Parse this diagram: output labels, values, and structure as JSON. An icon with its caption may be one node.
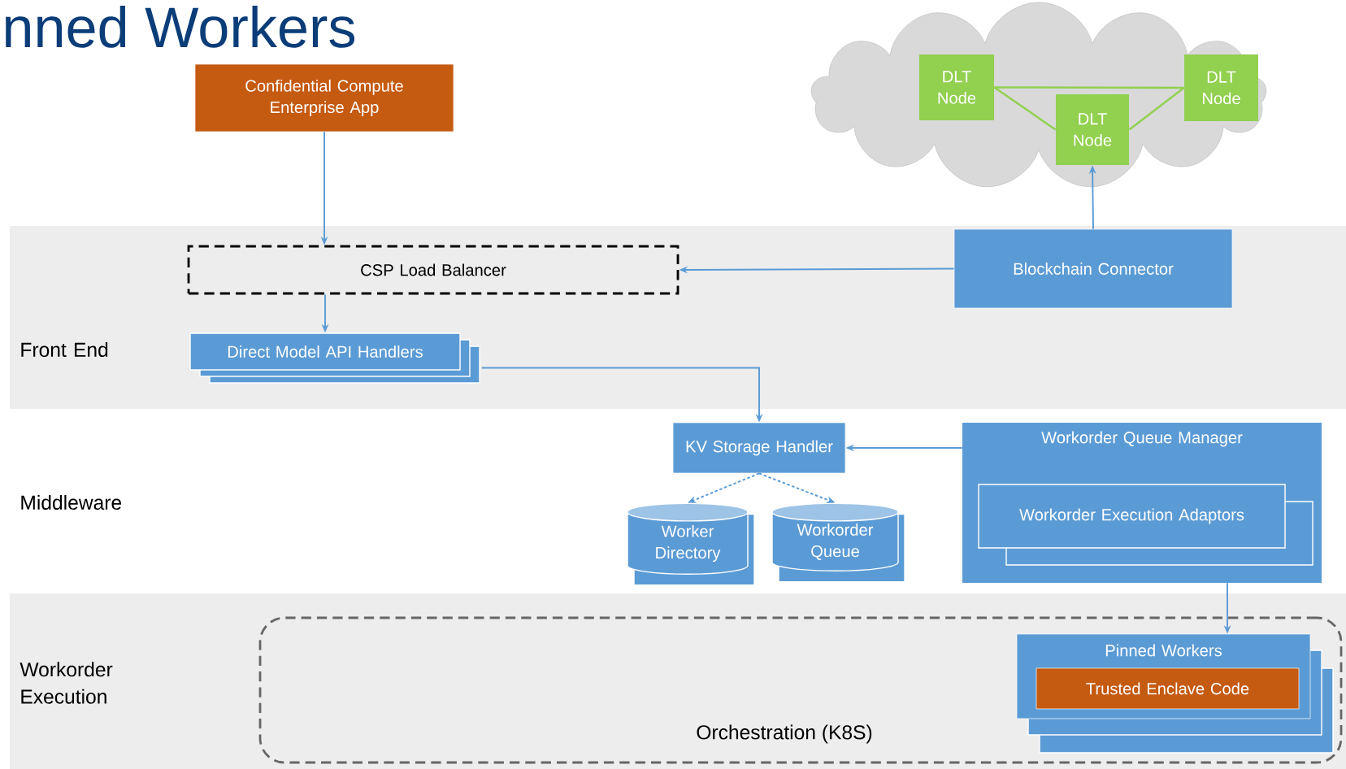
{
  "diagram": {
    "title": "nned Workers",
    "nodes": [
      {
        "text": [
          "Confidential Compute Enterprise App"
        ]
      },
      {
        "text": [
          "CSP Load Balancer"
        ]
      },
      {
        "text": [
          "Direct Model API Handlers"
        ]
      },
      {
        "text": [
          "DLT Node"
        ]
      },
      {
        "text": [
          "DLT Node"
        ]
      },
      {
        "text": [
          "DLT Node"
        ]
      },
      {
        "text": [
          "Blockchain Connector"
        ]
      },
      {
        "text": [
          "KV Storage Handler"
        ]
      },
      {
        "text": [
          "Workorder Queue Manager"
        ]
      },
      {
        "text": [
          "Workorder Execution Adaptors"
        ],
        "in": 8
      },
      {
        "text": [
          "Worker Directory"
        ]
      },
      {
        "text": [
          "Workorder Queue"
        ]
      },
      {
        "text": [
          "Orchestration (K8S)"
        ]
      },
      {
        "text": [
          "Pinned Workers"
        ],
        "in": 12
      },
      {
        "text": [
          "Trusted Enclave Code"
        ],
        "in": 13
      }
    ],
    "edges": [
      {
        "from": 0,
        "to": 1,
        "arrow": "to"
      },
      {
        "from": 1,
        "to": 2,
        "arrow": "to"
      },
      {
        "from": 6,
        "to": 1,
        "arrow": "to"
      },
      {
        "from": 6,
        "to": 4,
        "arrow": "to"
      },
      {
        "from": 3,
        "to": 5,
        "arrow": "none",
        "color": "#92d050"
      },
      {
        "from": 3,
        "to": 4,
        "arrow": "none",
        "color": "#92d050"
      },
      {
        "from": 4,
        "to": 5,
        "arrow": "none",
        "color": "#92d050"
      },
      {
        "from": 2,
        "to": 7,
        "arrow": "to"
      },
      {
        "from": 8,
        "to": 7,
        "arrow": "to"
      },
      {
        "from": 7,
        "to": 10,
        "arrow": "to",
        "style": "dashed"
      },
      {
        "from": 7,
        "to": 11,
        "arrow": "to",
        "style": "dashed"
      },
      {
        "from": 8,
        "to": 13,
        "arrow": "to"
      }
    ],
    "labels": [
      "Front End",
      "Middleware",
      "Workorder Execution"
    ]
  }
}
